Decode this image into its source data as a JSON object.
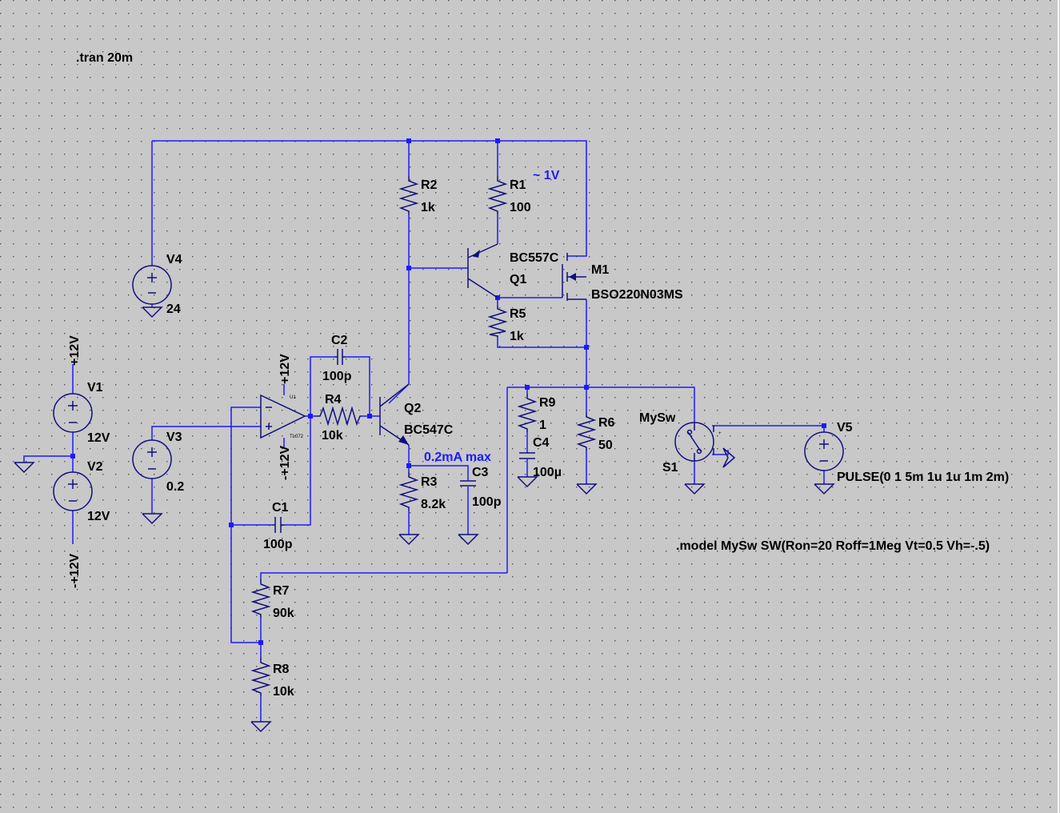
{
  "directives": {
    "tran": ".tran 20m",
    "model": ".model MySw SW(Ron=20 Roff=1Meg Vt=0.5 Vh=-.5)"
  },
  "annotations": {
    "r1_drop": "~ 1V",
    "q2_current": "0.2mA max"
  },
  "colors": {
    "background": "#c8c8c8",
    "wire": "#1a1aff",
    "component": "#0f0f80",
    "text": "#000000"
  },
  "components": {
    "V1": {
      "name": "V1",
      "value": "12V"
    },
    "V2": {
      "name": "V2",
      "value": "12V"
    },
    "V3": {
      "name": "V3",
      "value": "0.2"
    },
    "V4": {
      "name": "V4",
      "value": "24"
    },
    "V5": {
      "name": "V5",
      "value": "PULSE(0 1 5m 1u 1u 1m 2m)"
    },
    "R1": {
      "name": "R1",
      "value": "100"
    },
    "R2": {
      "name": "R2",
      "value": "1k"
    },
    "R3": {
      "name": "R3",
      "value": "8.2k"
    },
    "R4": {
      "name": "R4",
      "value": "10k"
    },
    "R5": {
      "name": "R5",
      "value": "1k"
    },
    "R6": {
      "name": "R6",
      "value": "50"
    },
    "R7": {
      "name": "R7",
      "value": "90k"
    },
    "R8": {
      "name": "R8",
      "value": "10k"
    },
    "R9": {
      "name": "R9",
      "value": "1"
    },
    "C1": {
      "name": "C1",
      "value": "100p"
    },
    "C2": {
      "name": "C2",
      "value": "100p"
    },
    "C3": {
      "name": "C3",
      "value": "100p"
    },
    "C4": {
      "name": "C4",
      "value": "100µ"
    },
    "Q1": {
      "name": "Q1",
      "value": "BC557C"
    },
    "Q2": {
      "name": "Q2",
      "value": "BC547C"
    },
    "M1": {
      "name": "M1",
      "value": "BSO220N03MS"
    },
    "S1": {
      "name": "S1",
      "model": "MySw"
    },
    "U1": {
      "name": "U1",
      "value": "TL072"
    }
  },
  "net_labels": {
    "pos12": "+12V",
    "neg12": "-+12V"
  }
}
